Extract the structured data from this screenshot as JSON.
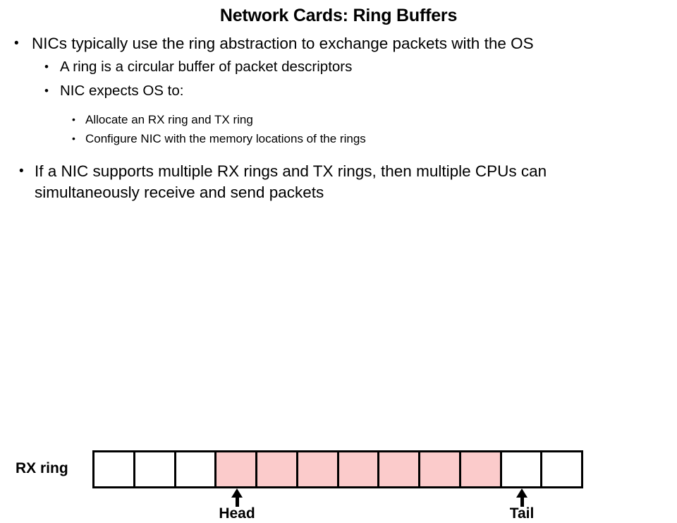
{
  "slide": {
    "title": "Network Cards: Ring Buffers",
    "bullet_glyph": "•",
    "bullets": [
      {
        "level": 1,
        "text": "NICs typically use the ring abstraction to exchange packets with the OS"
      },
      {
        "level": 2,
        "text": "A ring is a circular buffer of packet descriptors"
      },
      {
        "level": 2,
        "text": "NIC expects OS to:"
      },
      {
        "level": 3,
        "text": "Allocate an RX ring and TX ring"
      },
      {
        "level": 3,
        "text": "Configure NIC with the memory locations of the rings"
      },
      {
        "level": 1,
        "text": "If a NIC supports multiple RX rings and TX rings, then multiple CPUs can simultaneously receive and send packets"
      }
    ]
  },
  "diagram": {
    "ring_label": "RX ring",
    "cell_count": 12,
    "filled_indices": [
      3,
      4,
      5,
      6,
      7,
      8,
      9
    ],
    "fill_color": "#fbcbcb",
    "empty_color": "#ffffff",
    "border_color": "#000000",
    "pointers": [
      {
        "name": "head",
        "label": "Head",
        "cell_index": 3
      },
      {
        "name": "tail",
        "label": "Tail",
        "cell_index": 10
      }
    ]
  }
}
